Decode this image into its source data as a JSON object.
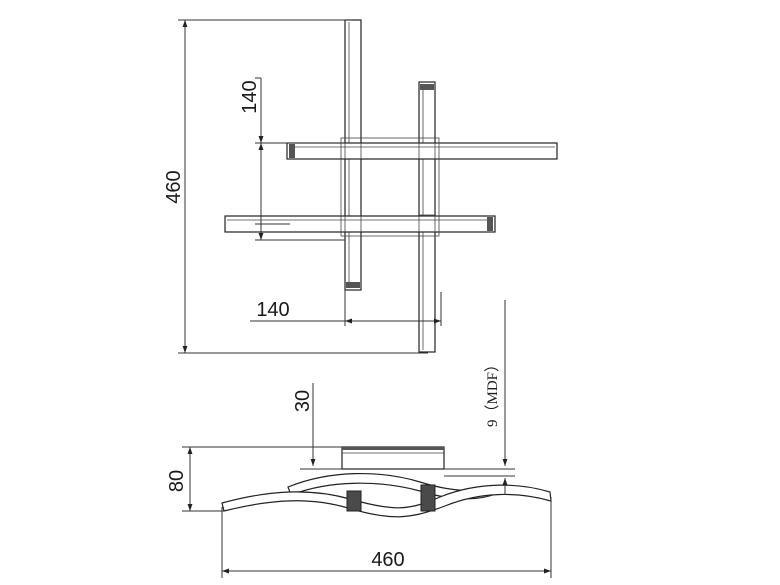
{
  "top_view": {
    "dim_height": "460",
    "dim_spacing_vertical": "140",
    "dim_spacing_horizontal": "140"
  },
  "side_view": {
    "dim_depth": "30",
    "dim_panel": "9（MDF）",
    "dim_height": "80",
    "dim_width": "460"
  }
}
